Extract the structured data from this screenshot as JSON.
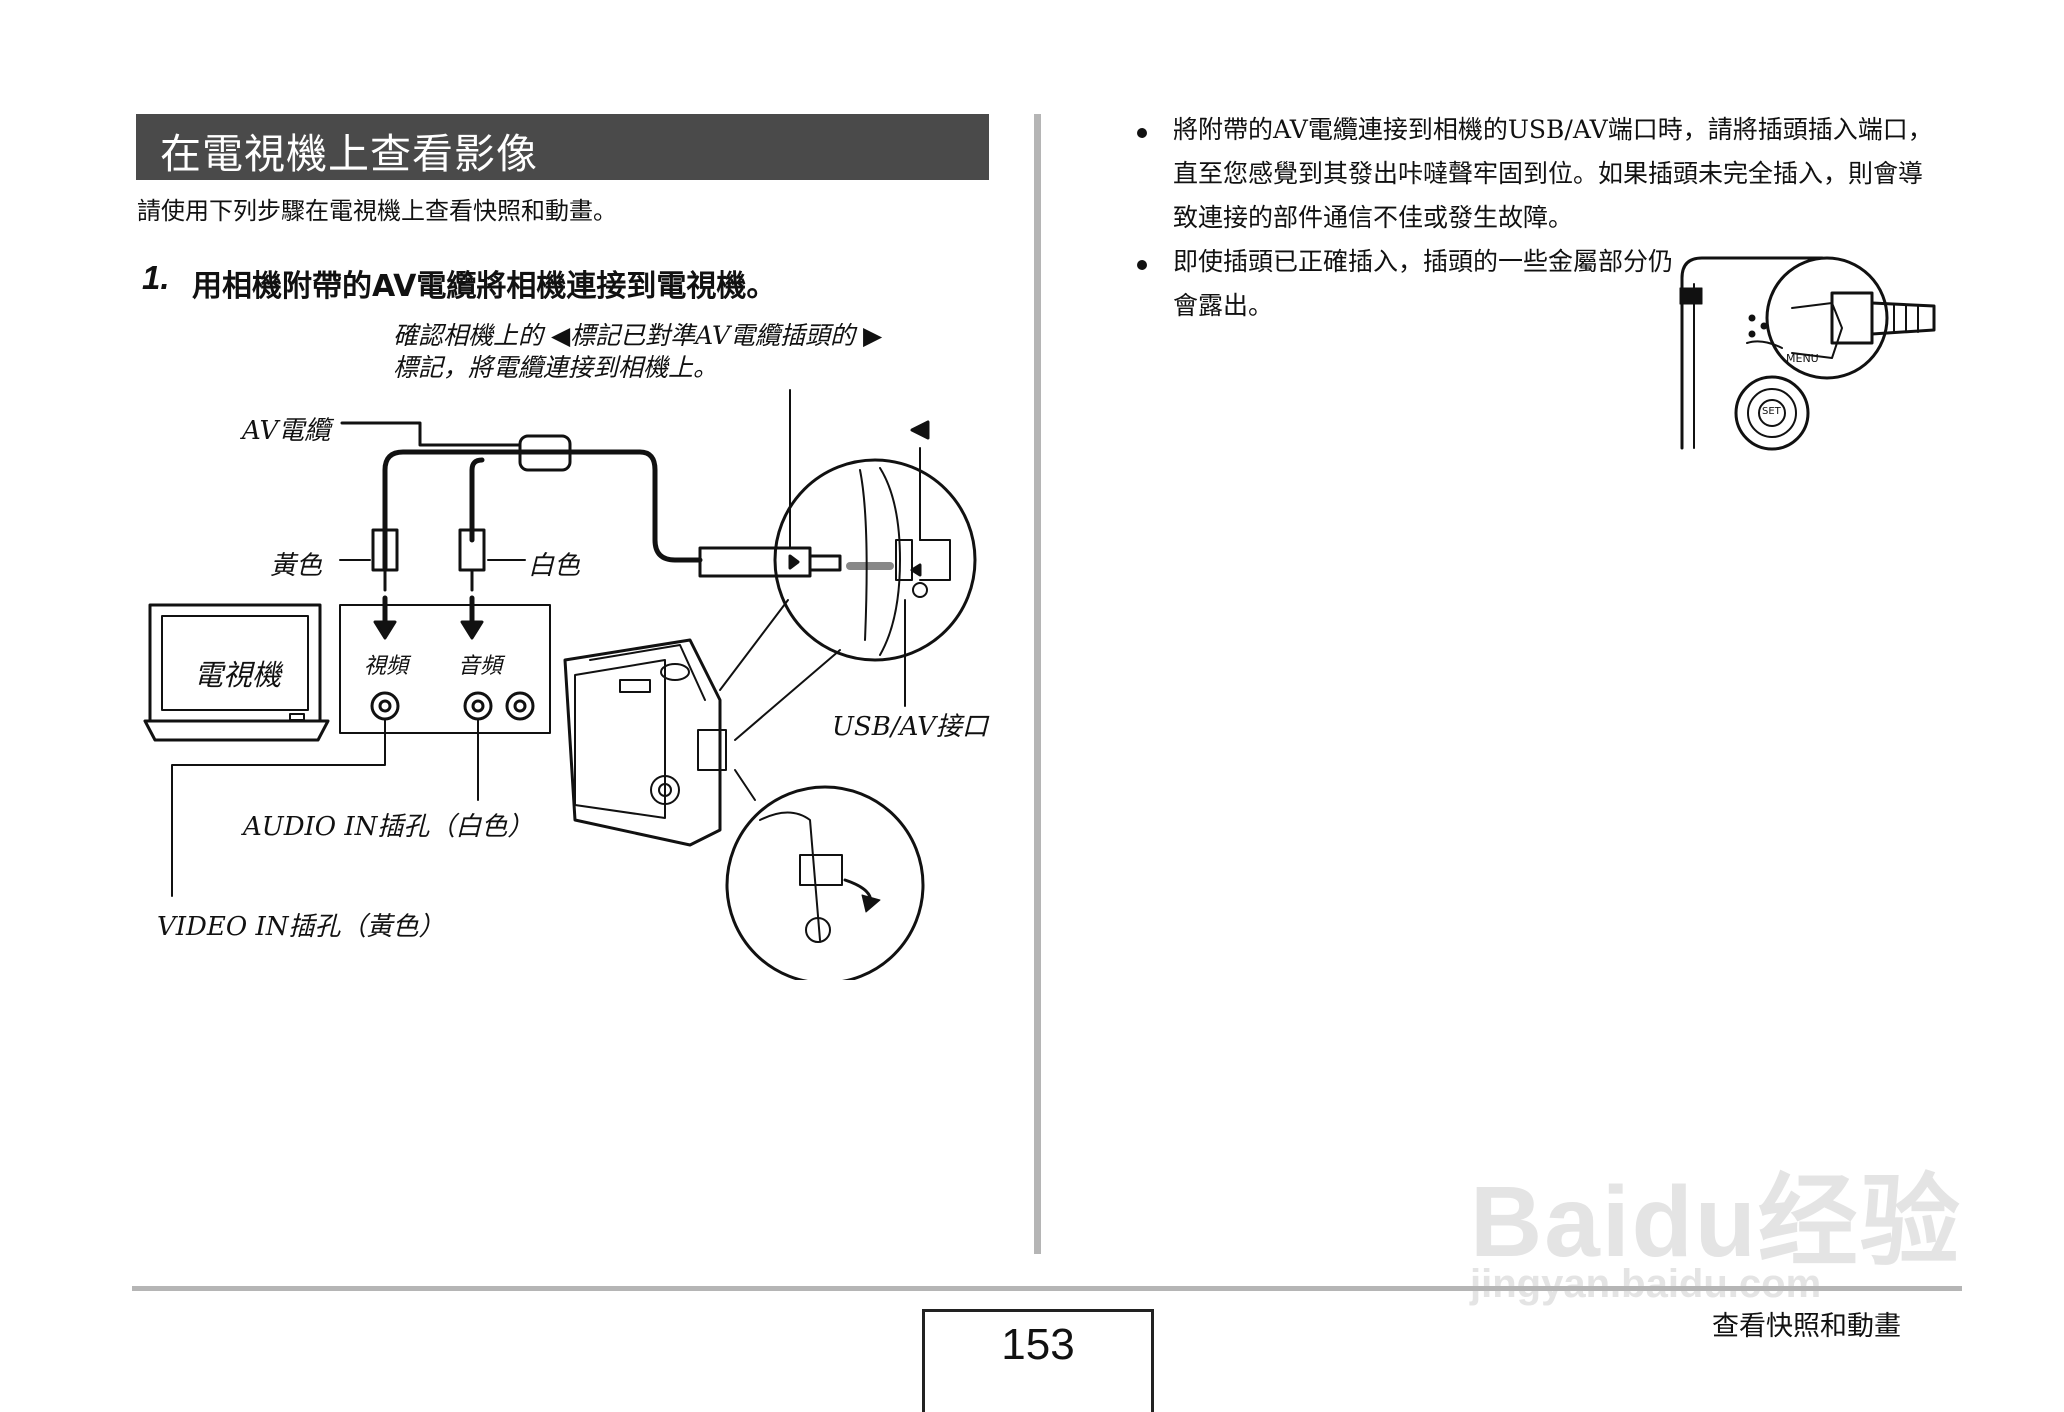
{
  "section": {
    "title": "在電視機上查看影像",
    "intro": "請使用下列步驟在電視機上查看快照和動畫。"
  },
  "step": {
    "number": "1.",
    "text": "用相機附帶的AV電纜將相機連接到電視機。"
  },
  "figure": {
    "caption_line1": "確認相機上的 ◀標記已對準AV電纜插頭的 ▶",
    "caption_line2": "標記，將電纜連接到相機上。",
    "av_cable": "AV電纜",
    "yellow": "黃色",
    "white": "白色",
    "tv": "電視機",
    "video": "視頻",
    "audio": "音頻",
    "usb_av_port": "USB/AV接口",
    "audio_in": "AUDIO IN插孔（白色）",
    "video_in": "VIDEO IN插孔（黃色）",
    "triangle_mark": "◀",
    "menu_label": "MENU",
    "set_label": "SET"
  },
  "notes": [
    "將附帶的AV電纜連接到相機的USB/AV端口時，請將插頭插入端口，直至您感覺到其發出咔噠聲牢固到位。如果插頭未完全插入，則會導致連接的部件通信不佳或發生故障。",
    "即使插頭已正確插入，插頭的一些金屬部分仍會露出。"
  ],
  "footer": {
    "page_number": "153",
    "section_name": "查看快照和動畫"
  },
  "watermark": {
    "brand": "Baidu经验",
    "url": "jingyan.baidu.com"
  }
}
